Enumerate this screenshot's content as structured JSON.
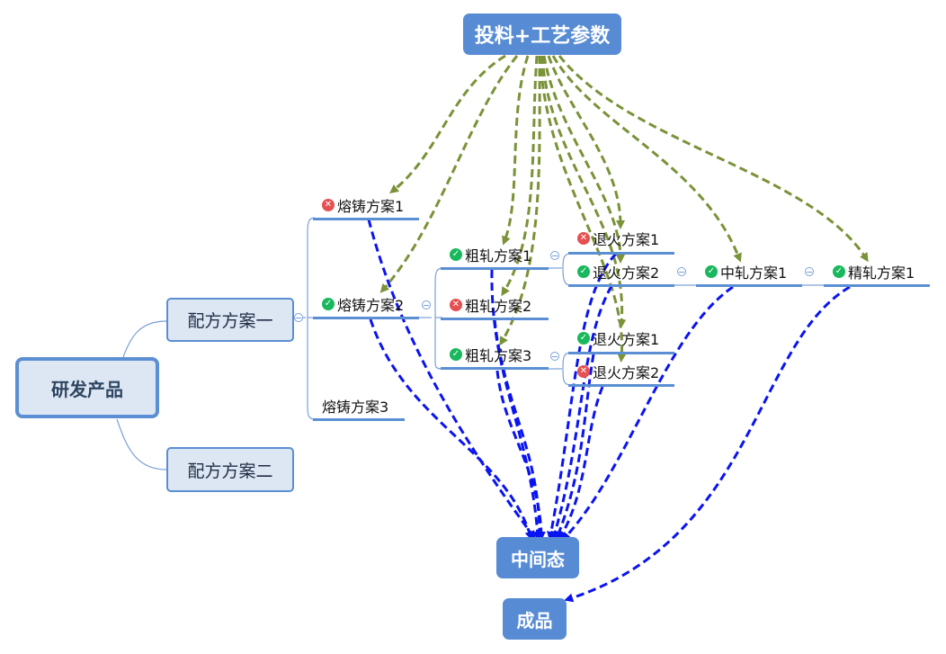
{
  "diagram": {
    "type": "mind-map",
    "root": {
      "label": "研发产品"
    },
    "branches": [
      {
        "label": "配方方案一"
      },
      {
        "label": "配方方案二"
      }
    ],
    "casting": [
      {
        "label": "熔铸方案1",
        "status": "fail"
      },
      {
        "label": "熔铸方案2",
        "status": "pass"
      },
      {
        "label": "熔铸方案3",
        "status": "none"
      }
    ],
    "rough_rolling": [
      {
        "label": "粗轧方案1",
        "status": "pass"
      },
      {
        "label": "粗轧方案2",
        "status": "fail"
      },
      {
        "label": "粗轧方案3",
        "status": "pass"
      }
    ],
    "annealing_a": [
      {
        "label": "退火方案1",
        "status": "fail"
      },
      {
        "label": "退火方案2",
        "status": "pass"
      }
    ],
    "annealing_b": [
      {
        "label": "退火方案1",
        "status": "pass"
      },
      {
        "label": "退火方案2",
        "status": "fail"
      }
    ],
    "mid_rolling": {
      "label": "中轧方案1",
      "status": "pass"
    },
    "finish_rolling": {
      "label": "精轧方案1",
      "status": "pass"
    },
    "input_node": {
      "label": "投料+工艺参数"
    },
    "intermediate_node": {
      "label": "中间态"
    },
    "product_node": {
      "label": "成品"
    },
    "status_icons": {
      "pass": "check-circle-icon",
      "fail": "x-circle-icon"
    },
    "colors": {
      "input_link": "#7a9238",
      "output_link": "#0a14f0",
      "accent": "#578cd4",
      "branch_fill": "#dde6f3",
      "pass": "#19b85c",
      "fail": "#e65050"
    },
    "relationships": {
      "input_to": [
        "熔铸方案1",
        "熔铸方案2",
        "粗轧方案1",
        "粗轧方案2",
        "粗轧方案3",
        "退火方案1",
        "退火方案2",
        "退火方案1",
        "退火方案2",
        "中轧方案1",
        "精轧方案1"
      ],
      "to_intermediate": [
        "熔铸方案1",
        "熔铸方案2",
        "粗轧方案1",
        "粗轧方案2",
        "粗轧方案3",
        "退火方案1",
        "退火方案2",
        "退火方案1",
        "退火方案2",
        "中轧方案1"
      ],
      "to_product": [
        "精轧方案1"
      ]
    }
  }
}
